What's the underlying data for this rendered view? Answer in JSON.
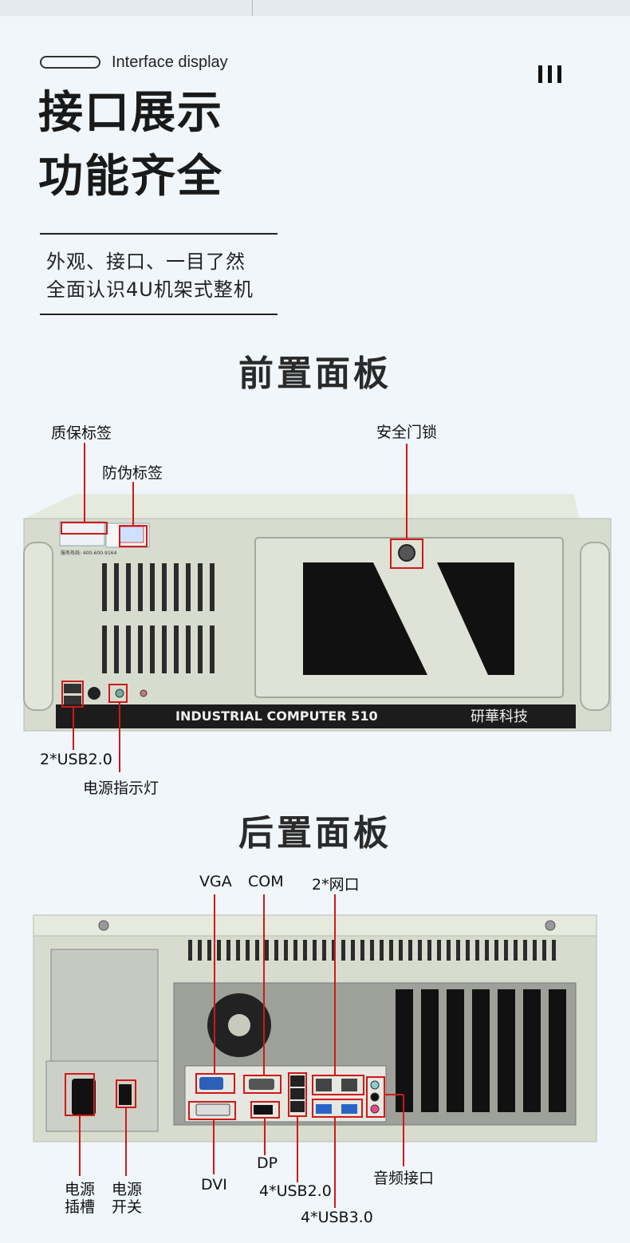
{
  "header": {
    "subtitle_en": "Interface display",
    "title_line1": "接口展示",
    "title_line2": "功能齐全",
    "tagline_line1": "外观、接口、一目了然",
    "tagline_line2": "全面认识4U机架式整机",
    "roman_icon": "roman-numeral-three-icon"
  },
  "front_panel": {
    "heading": "前置面板",
    "brand_text": "INDUSTRIAL COMPUTER 510",
    "brand_cn": "研華科技",
    "labels": {
      "warranty": "质保标签",
      "anti_counterfeit": "防伪标签",
      "lock": "安全门锁",
      "usb": "2*USB2.0",
      "power_led": "电源指示灯"
    },
    "sticker_phone": "服务热线: 400-600-9164"
  },
  "rear_panel": {
    "heading": "后置面板",
    "labels": {
      "vga": "VGA",
      "com": "COM",
      "lan": "2*网口",
      "dvi": "DVI",
      "dp": "DP",
      "usb2": "4*USB2.0",
      "usb3": "4*USB3.0",
      "audio": "音频接口",
      "power_socket_1": "电源",
      "power_socket_2": "插槽",
      "power_switch_1": "电源",
      "power_switch_2": "开关"
    }
  },
  "colors": {
    "chassis": "#d8dccf",
    "chassis_dark": "#b9bdb0",
    "callout": "#d01818",
    "text": "#1a1a1a"
  }
}
